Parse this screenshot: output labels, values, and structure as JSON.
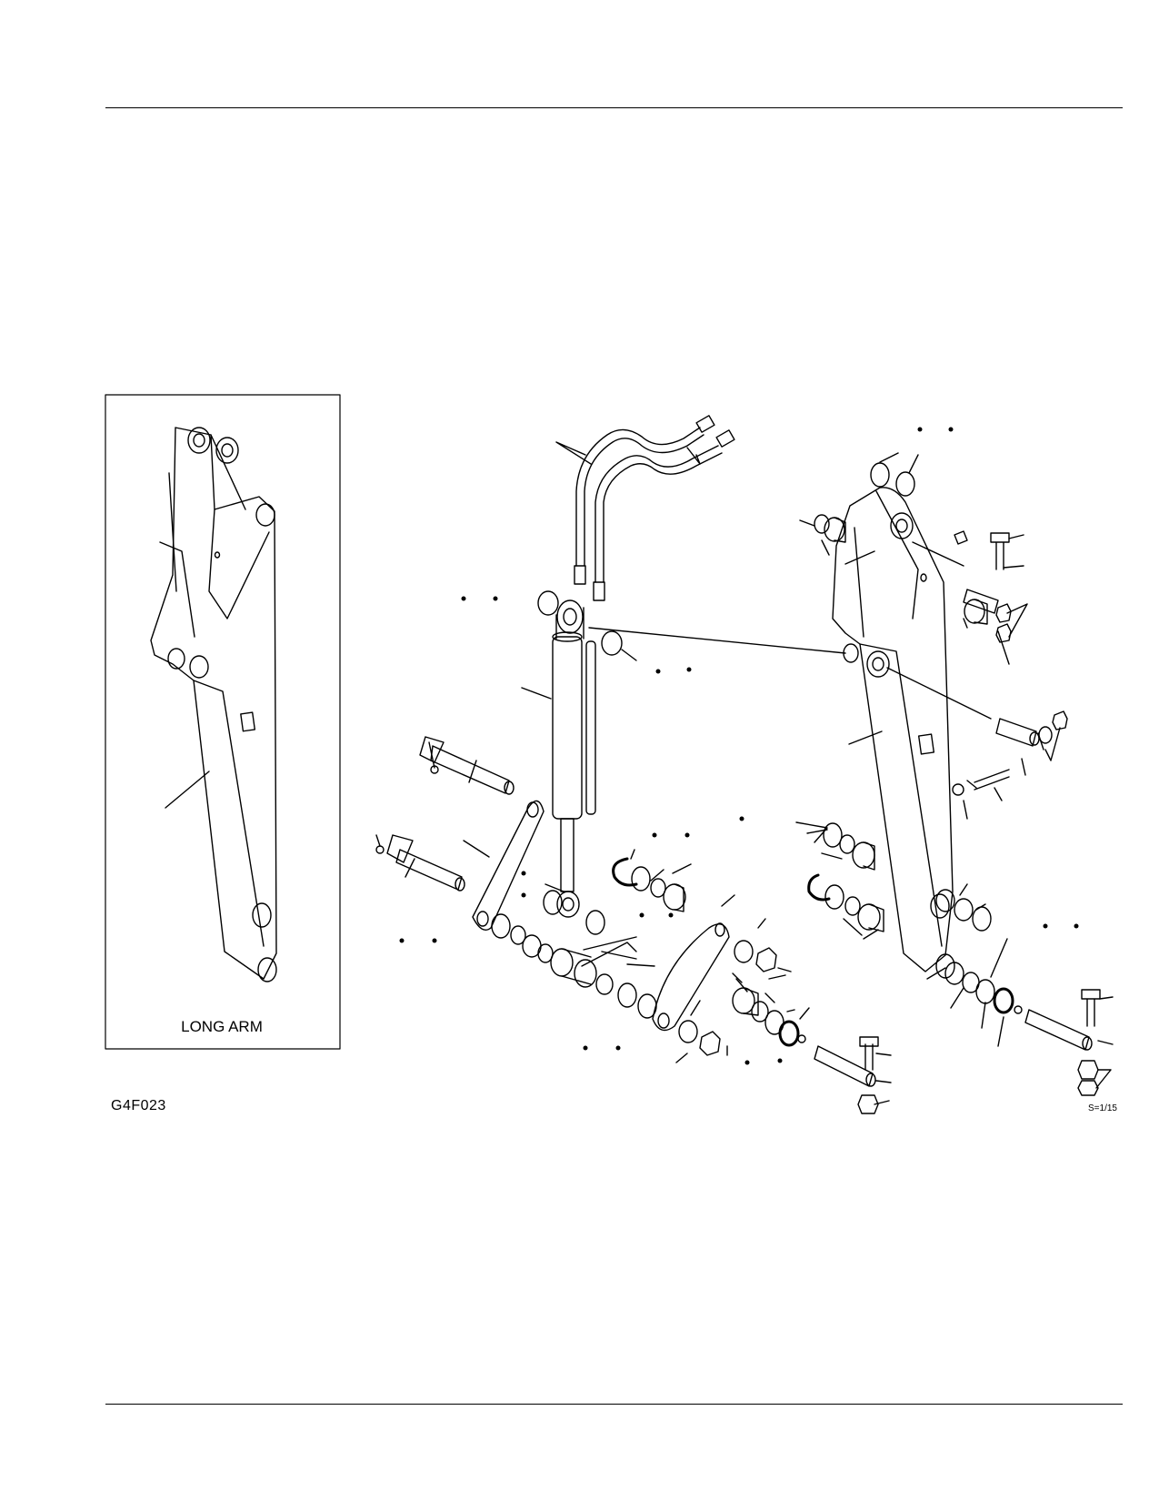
{
  "figure": {
    "code": "G4F023",
    "scale": "S=1/15",
    "inset_label": "LONG ARM"
  },
  "colors": {
    "line": "#000000",
    "background": "#ffffff"
  }
}
